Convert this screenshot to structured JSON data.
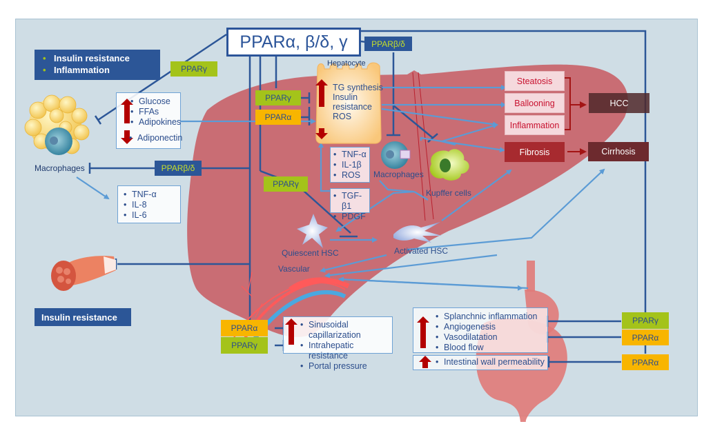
{
  "title": "PPARα, β/δ, γ",
  "colors": {
    "navy": "#2c5697",
    "ppar_gamma": "#a4c31a",
    "ppar_alpha": "#f8b500",
    "liver": "#c9636a",
    "arrow_blue": "#5b9bd5",
    "increase_red": "#b30000"
  },
  "adipose": {
    "effects_box": [
      "Insulin resistance",
      "Inflammation"
    ],
    "regulator": "PPARγ",
    "outputs_up": [
      "Glucose",
      "FFAs",
      "Adipokines"
    ],
    "outputs_down": [
      "Adiponectin"
    ],
    "macrophages_label": "Macrophages",
    "macrophage_regulator": "PPARβ/δ",
    "cytokines": [
      "TNF-α",
      "IL-8",
      "IL-6"
    ]
  },
  "muscle": {
    "effect_box": "Insulin resistance"
  },
  "hepatocyte": {
    "label": "Hepatocyte",
    "regulators": [
      "PPARγ",
      "PPARα"
    ],
    "items": [
      "TG synthesis",
      "Insulin resistance",
      "ROS"
    ]
  },
  "liver_inflammation": {
    "top_regulator": "PPARβ/δ",
    "macrophages_label": "Macrophages",
    "kupffer_label": "Kupffer cells",
    "cytokines_1": [
      "TNF-α",
      "IL-1β",
      "ROS"
    ],
    "cytokines_2": [
      "TGF-β1",
      "PDGF"
    ],
    "hsc_regulator": "PPARγ",
    "quiescent_label": "Quiescent HSC",
    "activated_label": "Activated HSC"
  },
  "outcomes": {
    "steatosis": "Steatosis",
    "ballooning": "Ballooning",
    "inflammation": "Inflammation",
    "fibrosis": "Fibrosis",
    "hcc": "HCC",
    "cirrhosis": "Cirrhosis"
  },
  "vascular": {
    "label": "Vascular",
    "regulators": [
      "PPARα",
      "PPARγ"
    ],
    "effects": [
      "Sinusoidal capillarization",
      "Intrahepatic resistance",
      "Portal pressure"
    ]
  },
  "intestine": {
    "effects": [
      "Splanchnic inflammation",
      "Angiogenesis",
      "Vasodilatation",
      "Blood flow"
    ],
    "permeability": "Intestinal wall permeability",
    "regulators": [
      "PPARγ",
      "PPARα",
      "PPARα"
    ]
  }
}
